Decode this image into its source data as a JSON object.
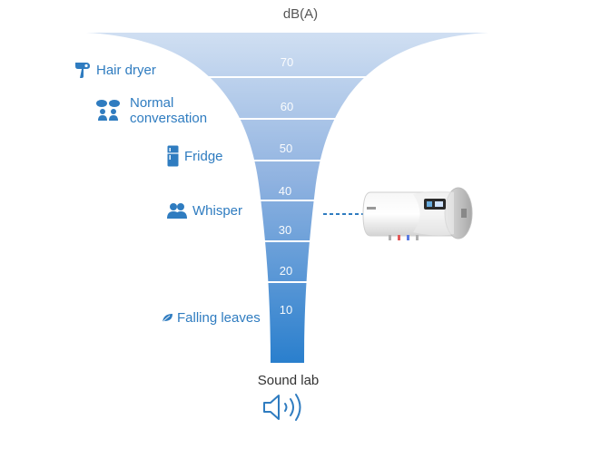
{
  "unit_label": "dB(A)",
  "levels": [
    "70",
    "60",
    "50",
    "40",
    "30",
    "20",
    "10"
  ],
  "references": {
    "hair_dryer": "Hair dryer",
    "normal_conversation_line1": "Normal",
    "normal_conversation_line2": "conversation",
    "fridge": "Fridge",
    "whisper": "Whisper",
    "falling_leaves": "Falling leaves"
  },
  "product_level": "30",
  "footer_label": "Sound lab",
  "icons": [
    "hair-dryer-icon",
    "conversation-icon",
    "fridge-icon",
    "whisper-icon",
    "leaf-icon",
    "speaker-icon"
  ],
  "colors": {
    "funnel_top": "#cddcf1",
    "funnel_bottom": "#2b7fcc",
    "accent": "#2f7cc0"
  }
}
